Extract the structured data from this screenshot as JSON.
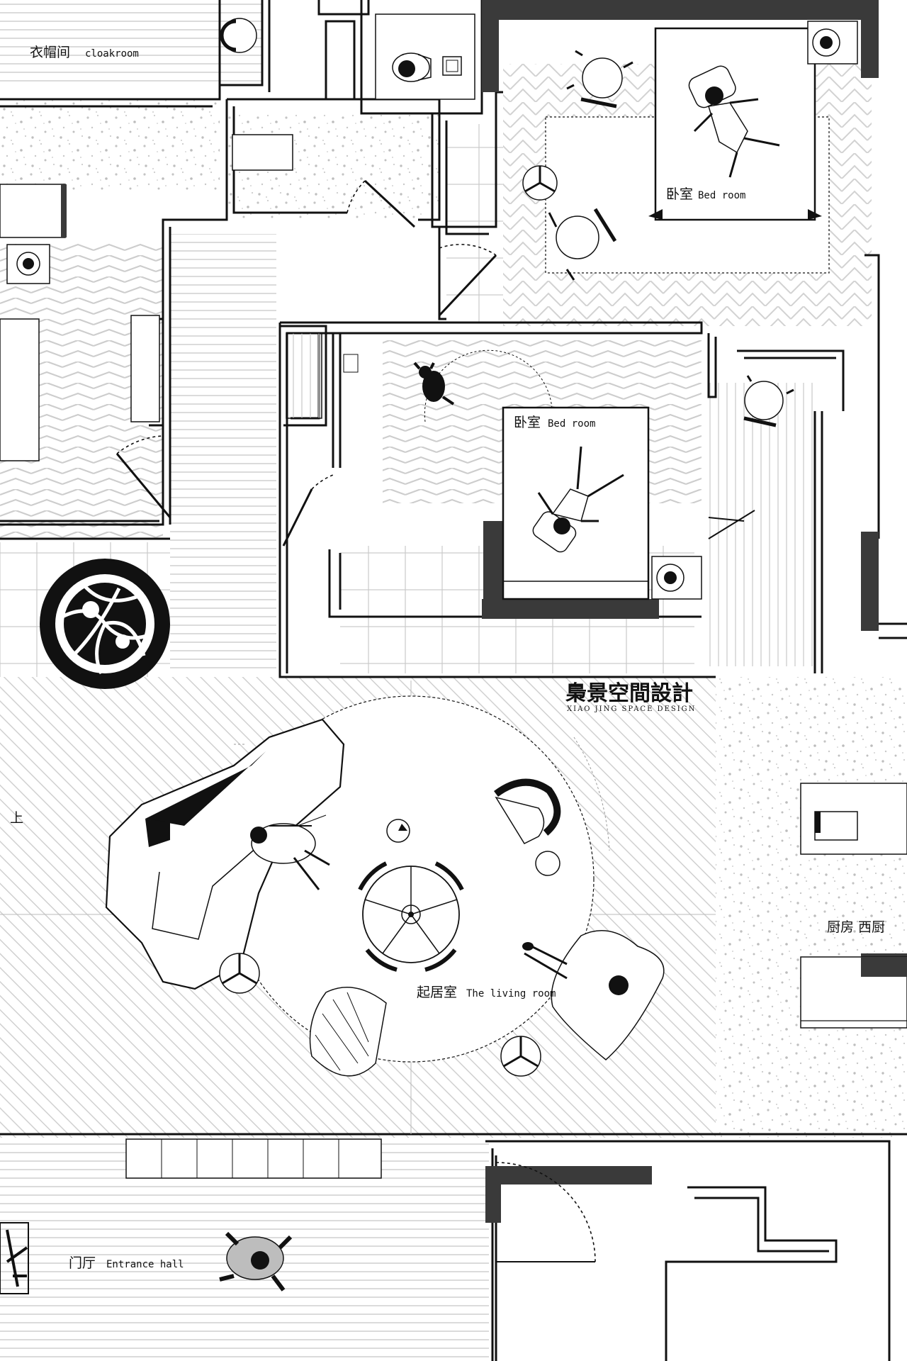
{
  "rooms": {
    "cloakroom": {
      "zh": "衣帽间",
      "en": "cloakroom"
    },
    "bedroom_master": {
      "zh": "卧室",
      "en": "Bed room"
    },
    "bedroom_second": {
      "zh": "卧室",
      "en": "Bed room"
    },
    "living": {
      "zh": "起居室",
      "en": "The living room"
    },
    "entrance": {
      "zh": "门厅",
      "en": "Entrance hall"
    },
    "kitchen": {
      "zh": "厨房  西厨",
      "en": ""
    },
    "stairs_up": {
      "zh": "上",
      "en": ""
    }
  },
  "brand": {
    "name": "梟景空間設計",
    "subtitle": "XIAO JING SPACE DESIGN"
  },
  "colors": {
    "wall": "#3a3a3a",
    "line": "#111111",
    "floor_hatch": "#d4d4d4",
    "terrazzo": "#bdbdbd",
    "paper": "#ffffff"
  },
  "icons": [
    "tree-icon",
    "bed-icon",
    "sofa-icon",
    "round-table-icon",
    "person-icon",
    "chair-icon",
    "door-swing-icon",
    "lamp-icon",
    "side-table-icon"
  ]
}
